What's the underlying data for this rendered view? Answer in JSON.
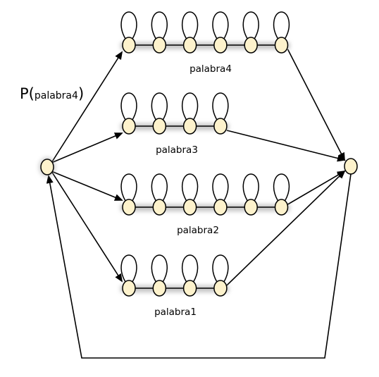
{
  "probability_label": {
    "prefix": "P(",
    "word": "palabra4",
    "suffix": ")"
  },
  "chains": [
    {
      "label": "palabra4",
      "states": 6
    },
    {
      "label": "palabra3",
      "states": 4
    },
    {
      "label": "palabra2",
      "states": 6
    },
    {
      "label": "palabra1",
      "states": 4
    }
  ],
  "colors": {
    "node_fill": "#fdf2cc",
    "stroke": "#000000",
    "shadow": "#9a9a9a"
  }
}
